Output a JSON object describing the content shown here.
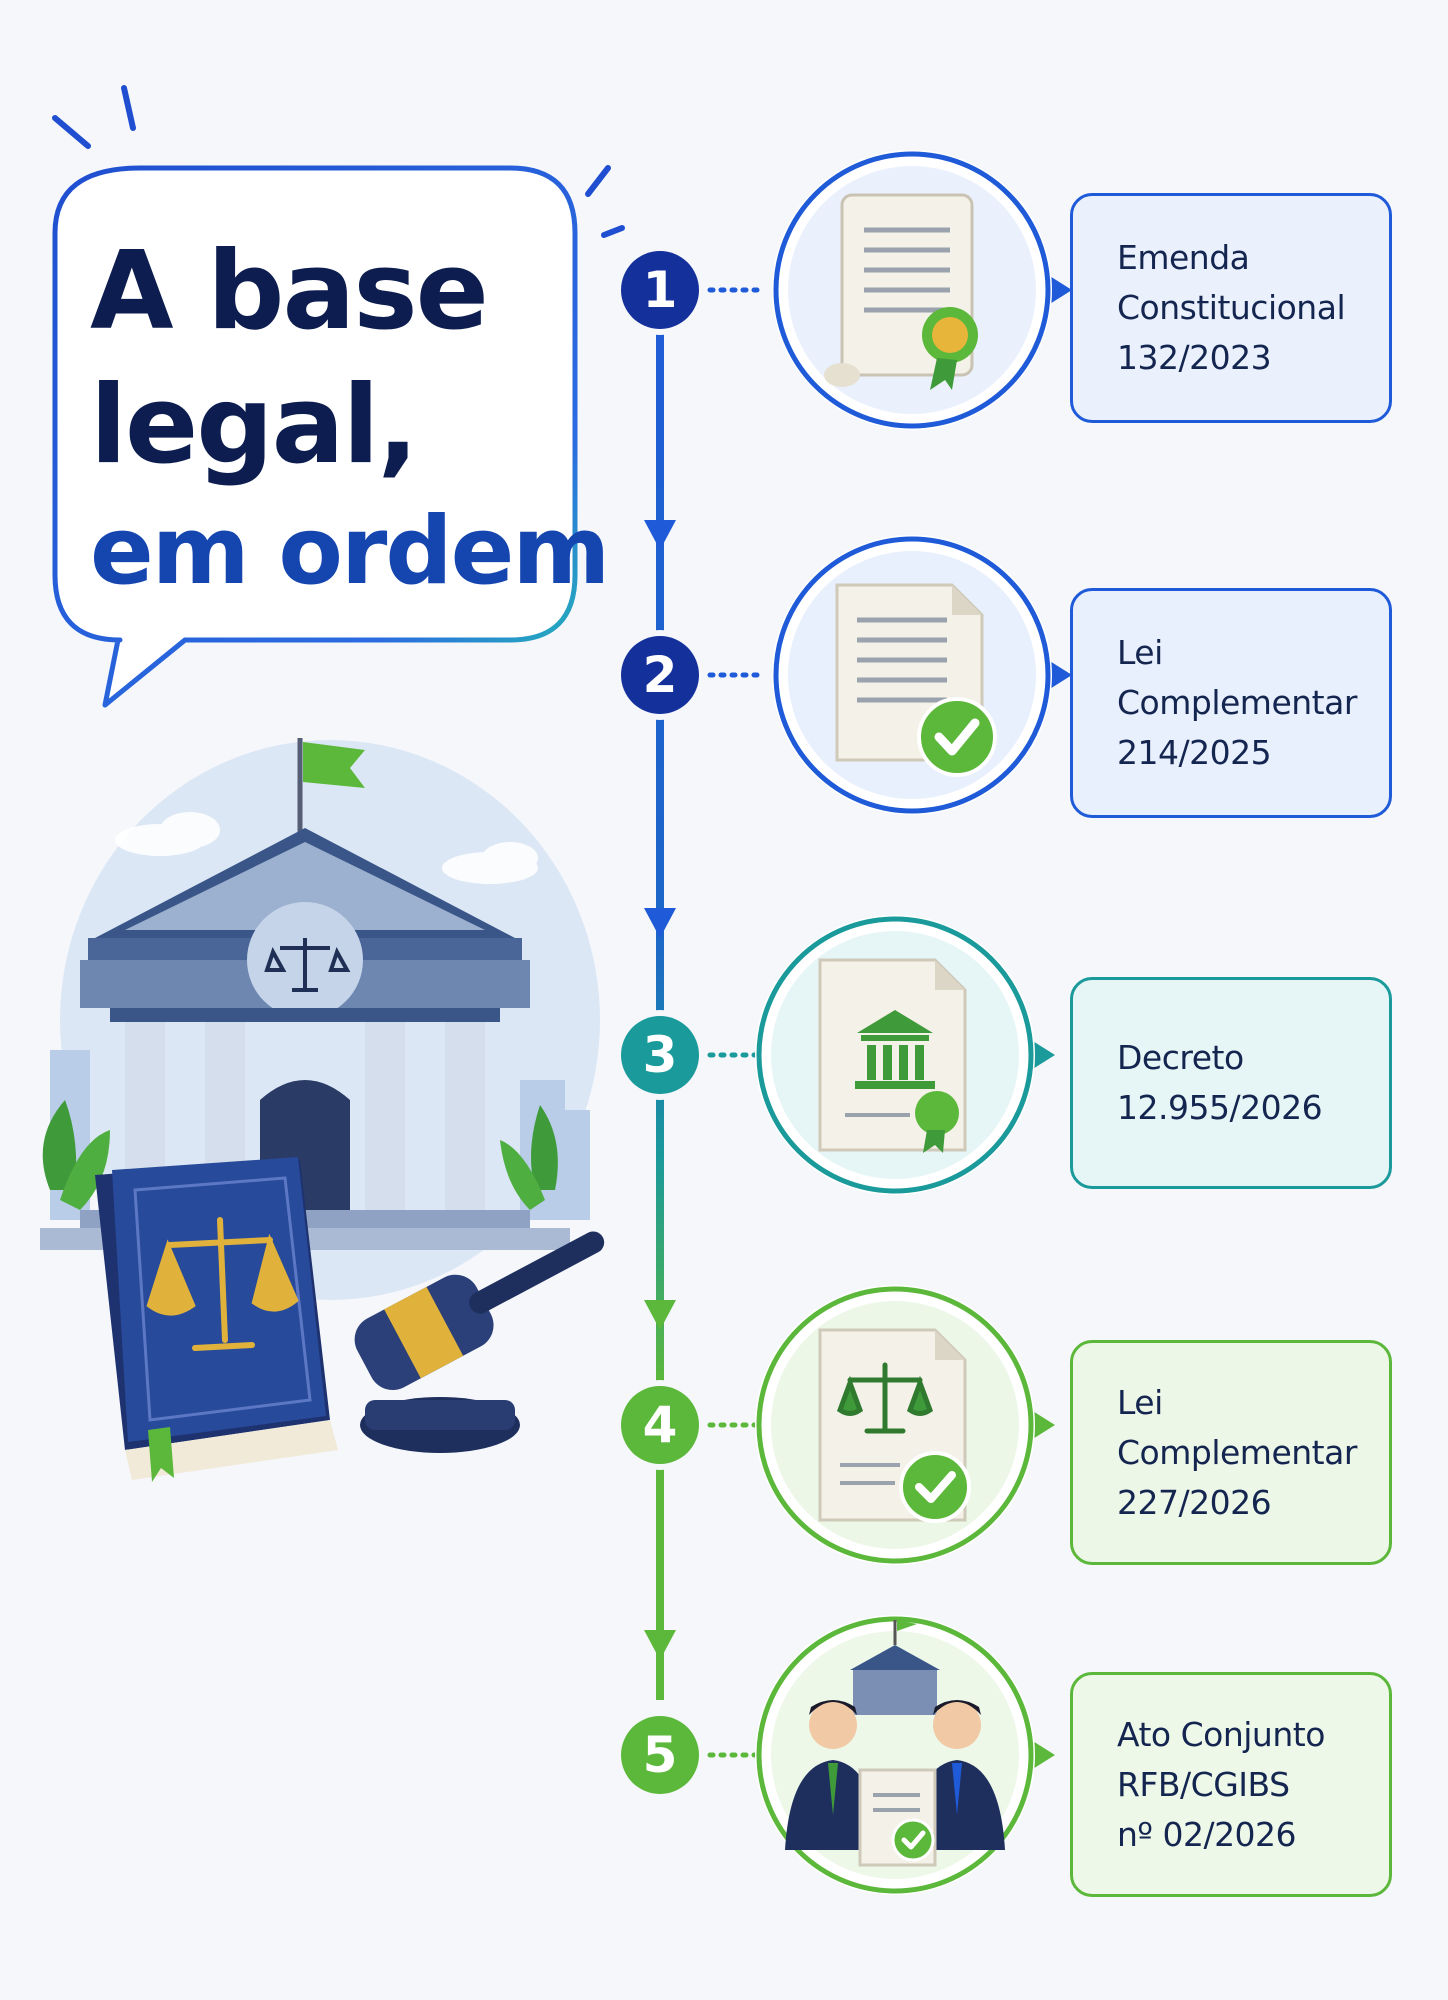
{
  "title": {
    "line1": "A base",
    "line2": "legal,",
    "line3": "em ordem"
  },
  "colors": {
    "navy": "#0d1d4f",
    "blue": "#1546b0",
    "teal": "#1a9a9a",
    "green": "#5cb83a",
    "background": "#f5f7fb"
  },
  "steps": [
    {
      "number": "1",
      "lines": [
        "Emenda",
        "Constitucional",
        "132/2023"
      ],
      "icon": "scroll-with-seal-icon",
      "color": "#1f5bd8",
      "fill": "#eaf1fd"
    },
    {
      "number": "2",
      "lines": [
        "Lei",
        "Complementar",
        "214/2025"
      ],
      "icon": "document-check-icon",
      "color": "#1f5bd8",
      "fill": "#e8f0fd"
    },
    {
      "number": "3",
      "lines": [
        "Decreto",
        "12.955/2026"
      ],
      "icon": "document-courthouse-icon",
      "color": "#1a9a9a",
      "fill": "#e6f5f5"
    },
    {
      "number": "4",
      "lines": [
        "Lei",
        "Complementar",
        "227/2026"
      ],
      "icon": "document-scales-icon",
      "color": "#5cb83a",
      "fill": "#edf7e8"
    },
    {
      "number": "5",
      "lines": [
        "Ato Conjunto",
        "RFB/CGIBS",
        "nº 02/2026"
      ],
      "icon": "officials-agreement-icon",
      "color": "#5cb83a",
      "fill": "#eef8e9"
    }
  ]
}
